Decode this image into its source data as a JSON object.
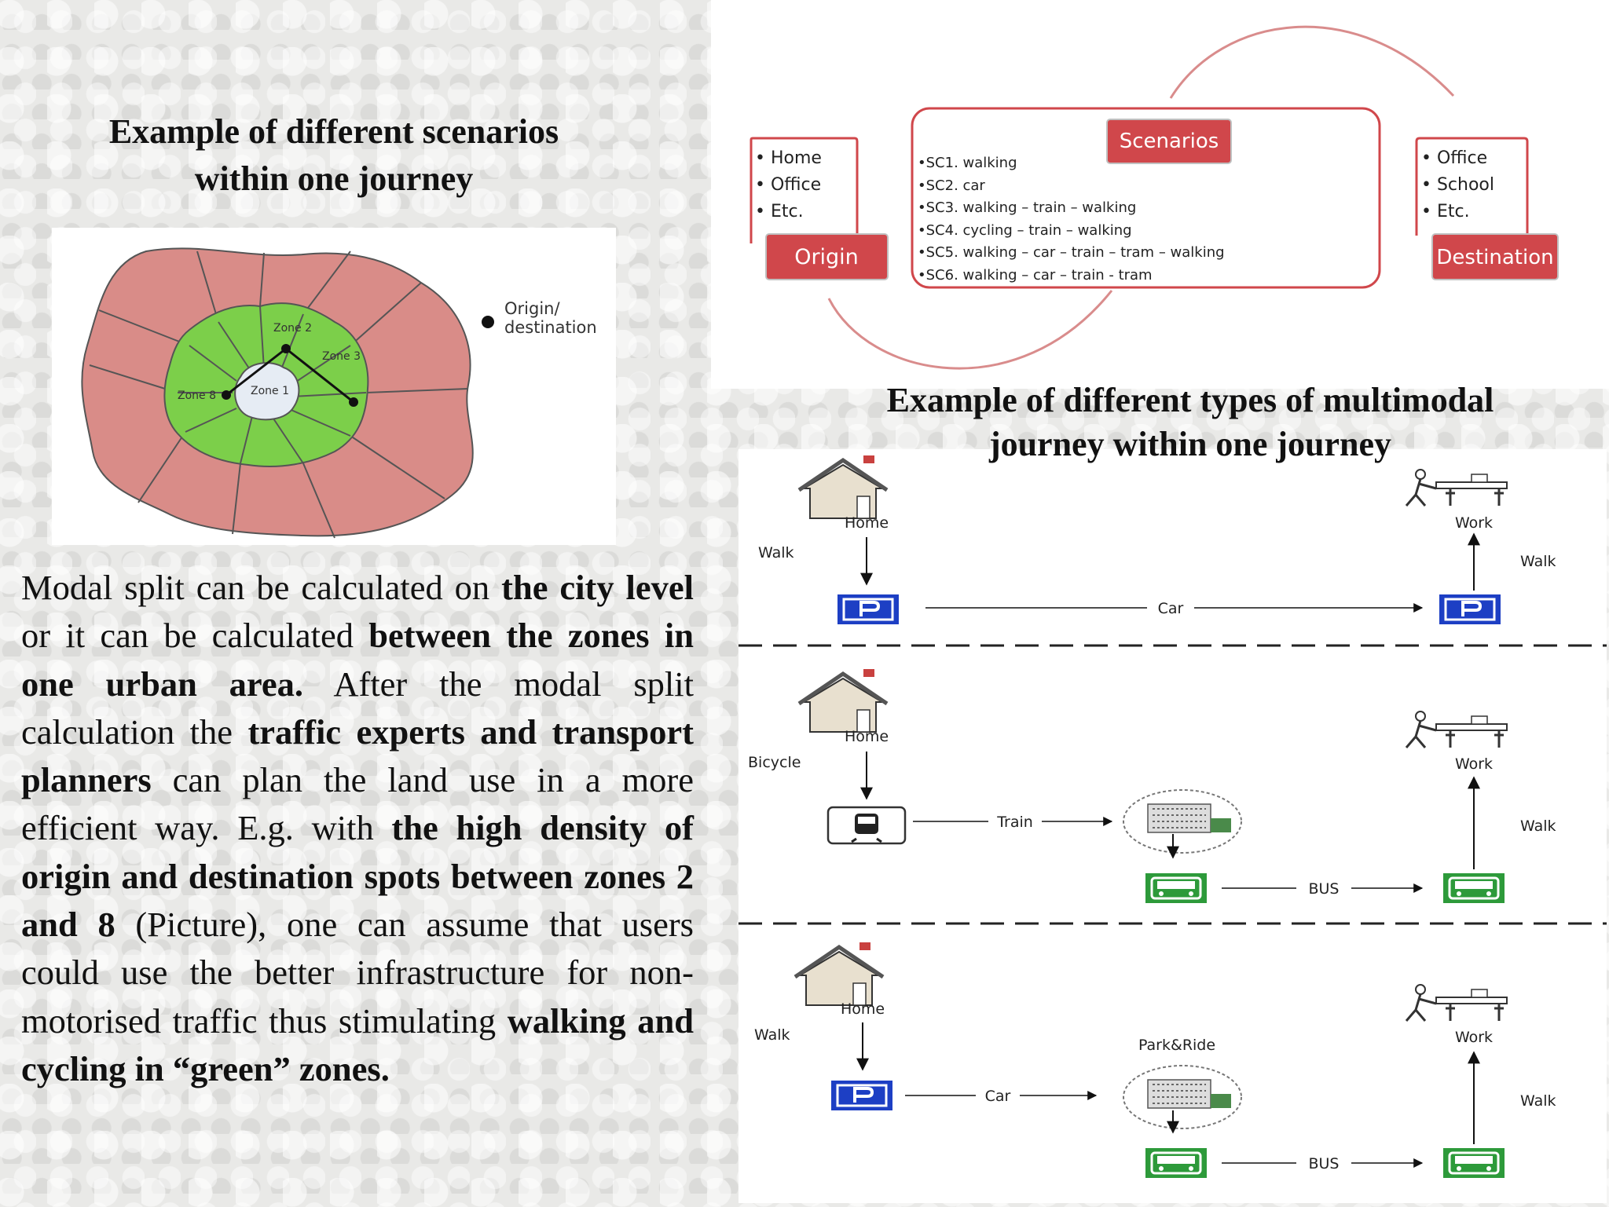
{
  "left": {
    "title_line1": "Example of different scenarios",
    "title_line2": "within one journey",
    "map": {
      "legend": "Origin/",
      "legend2": "destination",
      "zone1": "Zone 1",
      "zone2": "Zone 2",
      "zone3": "Zone 3",
      "zone8": "Zone 8"
    },
    "paragraph": {
      "t1": "Modal split can be calculated on ",
      "b1": "the city level",
      "t2": " or it can be calculated ",
      "b2": "between the zones in one urban area.",
      "t3": " After the modal split calculation the ",
      "b3": "traffic experts and transport planners",
      "t4": " can plan the land use in a more efficient way. E.g. with ",
      "b4": "the high density of origin and destination spots between zones 2 and 8",
      "t5": " (Picture), one can assume that users could use the better infrastructure for non-motorised traffic thus stimulating ",
      "b5": "walking and cycling in “green” zones."
    }
  },
  "scenarios": {
    "origin_items": [
      "• Home",
      "• Office",
      "• Etc."
    ],
    "origin_label": "Origin",
    "scenarios_label": "Scenarios",
    "scenario_list": [
      "•SC1. walking",
      "•SC2. car",
      "•SC3. walking – train – walking",
      "•SC4. cycling – train – walking",
      "•SC5. walking – car – train – tram – walking",
      "•SC6. walking – car – train - tram"
    ],
    "dest_items": [
      "• Office",
      "• School",
      "• Etc."
    ],
    "dest_label": "Destination",
    "accent": "#d0474b"
  },
  "right": {
    "title_line1": "Example of different types of multimodal",
    "title_line2": "journey within one journey",
    "row1": {
      "home": "Home",
      "walk1": "Walk",
      "car": "Car",
      "work": "Work",
      "walk2": "Walk"
    },
    "row2": {
      "home": "Home",
      "bicycle": "Bicycle",
      "train": "Train",
      "bus": "BUS",
      "work": "Work",
      "walk": "Walk"
    },
    "row3": {
      "home": "Home",
      "walk1": "Walk",
      "park_ride": "Park&Ride",
      "car": "Car",
      "bus": "BUS",
      "work": "Work",
      "walk2": "Walk"
    }
  }
}
